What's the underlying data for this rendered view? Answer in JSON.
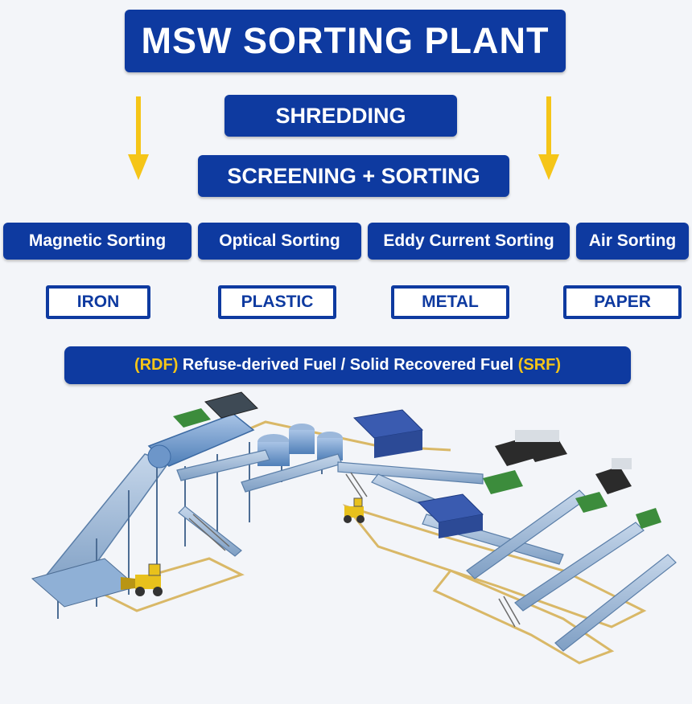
{
  "title": "MSW SORTING PLANT",
  "stages": [
    "SHREDDING",
    "SCREENING + SORTING"
  ],
  "sorting_methods": [
    "Magnetic Sorting",
    "Optical Sorting",
    "Eddy Current Sorting",
    "Air Sorting"
  ],
  "outputs": [
    "IRON",
    "PLASTIC",
    "METAL",
    "PAPER"
  ],
  "fuel": {
    "rdf_abbr": "(RDF)",
    "text": " Refuse-derived Fuel / Solid Recovered Fuel ",
    "srf_abbr": "(SRF)"
  },
  "colors": {
    "primary": "#0e3aa0",
    "accent": "#f5c518",
    "background": "#f3f5f9"
  }
}
